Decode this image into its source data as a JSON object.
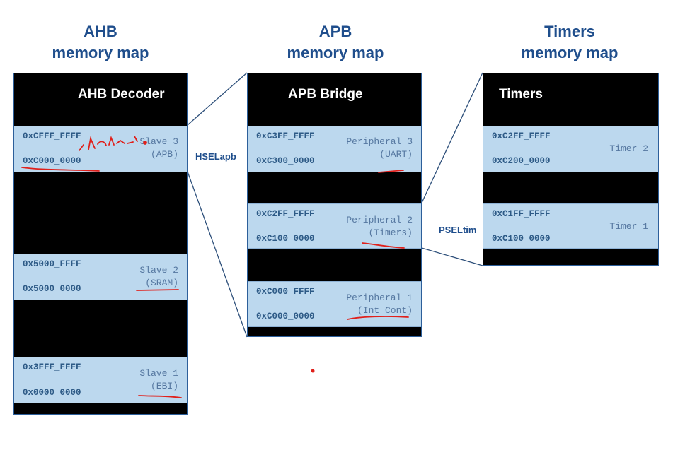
{
  "titles": {
    "ahb": {
      "line1": "AHB",
      "line2": "memory map"
    },
    "apb": {
      "line1": "APB",
      "line2": "memory map"
    },
    "timers": {
      "line1": "Timers",
      "line2": "memory map"
    }
  },
  "ahb": {
    "header": "AHB Decoder",
    "slaves": [
      {
        "top": "0xCFFF_FFFF",
        "bottom": "0xC000_0000",
        "name": "Slave 3",
        "sub": "(APB)"
      },
      {
        "top": "0x5000_FFFF",
        "bottom": "0x5000_0000",
        "name": "Slave 2",
        "sub": "(SRAM)"
      },
      {
        "top": "0x3FFF_FFFF",
        "bottom": "0x0000_0000",
        "name": "Slave 1",
        "sub": "(EBI)"
      }
    ]
  },
  "apb": {
    "header": "APB Bridge",
    "peripherals": [
      {
        "top": "0xC3FF_FFFF",
        "bottom": "0xC300_0000",
        "name": "Peripheral 3",
        "sub": "(UART)"
      },
      {
        "top": "0xC2FF_FFFF",
        "bottom": "0xC100_0000",
        "name": "Peripheral 2",
        "sub": "(Timers)"
      },
      {
        "top": "0xC000_FFFF",
        "bottom": "0xC000_0000",
        "name": "Peripheral 1",
        "sub": "(Int Cont)"
      }
    ]
  },
  "timers": {
    "header": "Timers",
    "items": [
      {
        "top": "0xC2FF_FFFF",
        "bottom": "0xC200_0000",
        "name": "Timer 2"
      },
      {
        "top": "0xC1FF_FFFF",
        "bottom": "0xC100_0000",
        "name": "Timer 1"
      }
    ]
  },
  "signals": {
    "hsel": "HSELapb",
    "psel": "PSELtim"
  },
  "colors": {
    "title": "#1f4e8c",
    "panel": "#000000",
    "region": "#bcd8ee",
    "address": "#2d5a86",
    "label": "#5577a0",
    "annotation": "#e0201b"
  }
}
